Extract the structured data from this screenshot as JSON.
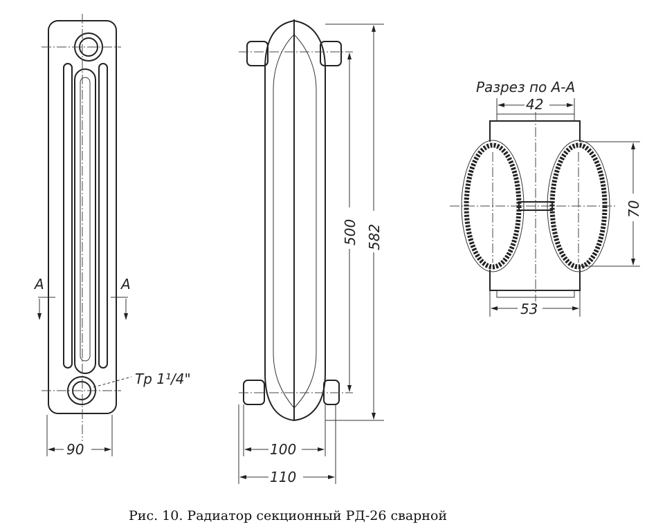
{
  "caption": "Рис. 10. Радиатор секционный РД-26 сварной",
  "front_view": {
    "dim_width": "90",
    "section_mark_left": "A",
    "section_mark_right": "A",
    "pipe_label": "Тр 1¹/4\""
  },
  "side_view": {
    "dim_axis": "500",
    "dim_height": "582",
    "dim_inner": "100",
    "dim_outer": "110"
  },
  "section_view": {
    "title": "Разрез по А-А",
    "dim_top": "42",
    "dim_height": "70",
    "dim_bottom": "53"
  }
}
